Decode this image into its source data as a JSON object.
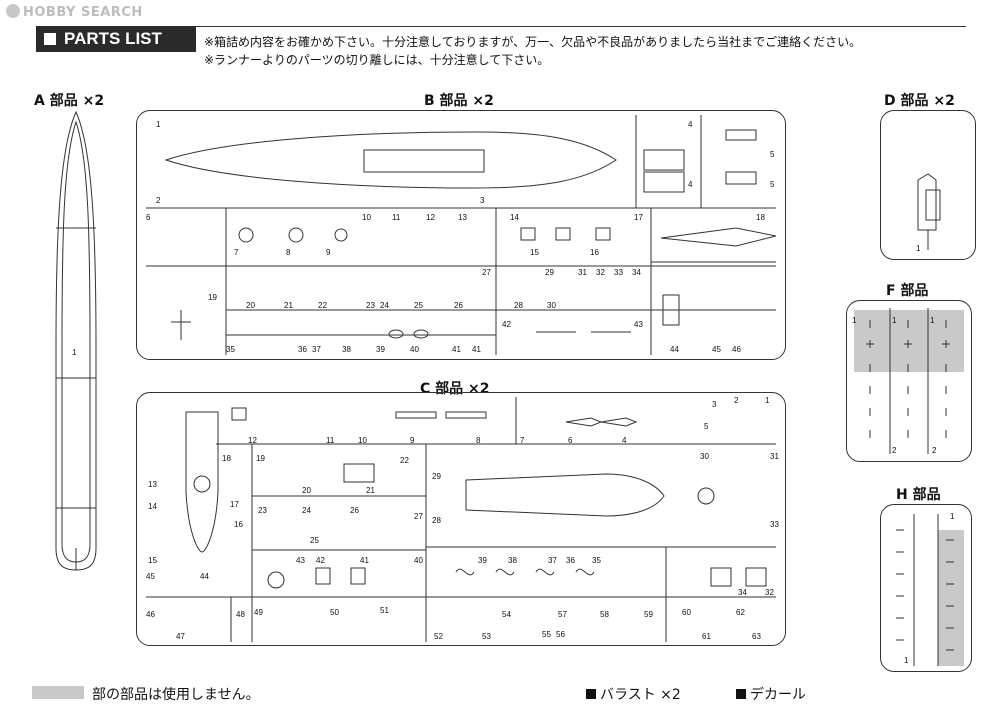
{
  "watermark": "HOBBY SEARCH",
  "header": {
    "title": "PARTS LIST",
    "notes": [
      "※箱詰め内容をお確かめ下さい。十分注意しておりますが、万一、欠品や不良品がありましたら当社までご連絡ください。",
      "※ランナーよりのパーツの切り離しには、十分注意して下さい。"
    ]
  },
  "sprues": {
    "a": {
      "title": "A 部品 ×2",
      "numbers": [
        "1"
      ]
    },
    "b": {
      "title": "B 部品 ×2",
      "numbers": [
        "1",
        "2",
        "3",
        "4",
        "4",
        "5",
        "5",
        "6",
        "7",
        "8",
        "9",
        "10",
        "11",
        "12",
        "13",
        "14",
        "15",
        "16",
        "17",
        "18",
        "19",
        "20",
        "21",
        "22",
        "23",
        "24",
        "25",
        "26",
        "27",
        "28",
        "29",
        "30",
        "31",
        "32",
        "33",
        "34",
        "35",
        "36",
        "37",
        "38",
        "39",
        "40",
        "41",
        "41",
        "42",
        "43",
        "44",
        "45",
        "46"
      ]
    },
    "c": {
      "title": "C 部品 ×2",
      "numbers": [
        "1",
        "2",
        "3",
        "4",
        "5",
        "6",
        "7",
        "8",
        "9",
        "10",
        "11",
        "12",
        "13",
        "14",
        "15",
        "16",
        "17",
        "18",
        "19",
        "20",
        "21",
        "22",
        "23",
        "24",
        "25",
        "26",
        "27",
        "28",
        "29",
        "30",
        "31",
        "32",
        "33",
        "34",
        "35",
        "36",
        "37",
        "38",
        "39",
        "40",
        "41",
        "42",
        "43",
        "44",
        "45",
        "46",
        "47",
        "48",
        "49",
        "50",
        "51",
        "52",
        "53",
        "54",
        "55",
        "56",
        "57",
        "58",
        "59",
        "60",
        "61",
        "62",
        "63"
      ]
    },
    "d": {
      "title": "D 部品 ×2",
      "numbers": [
        "1"
      ]
    },
    "f": {
      "title": "F 部品",
      "numbers": [
        "1",
        "1",
        "1",
        "2",
        "2"
      ]
    },
    "h": {
      "title": "H 部品",
      "numbers": [
        "1",
        "1"
      ]
    }
  },
  "footer": {
    "unused_note": "部の部品は使用しません。",
    "ballast": "バラスト ×2",
    "decal": "デカール"
  },
  "colors": {
    "header_bg": "#2a2a2a",
    "unused_gray": "#c9c9c9"
  }
}
